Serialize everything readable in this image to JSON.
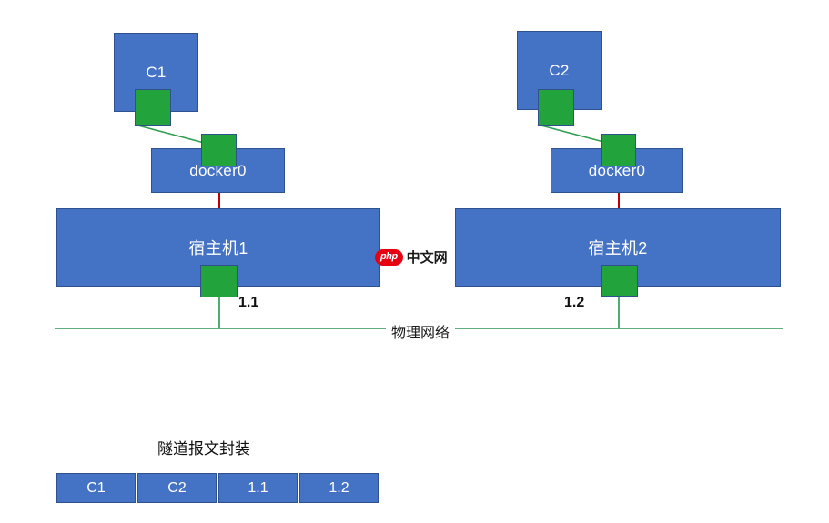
{
  "diagram": {
    "title_hidden": "",
    "colors": {
      "box_fill": "#4472c4",
      "box_border": "#2f528f",
      "interface_fill": "#22a33c",
      "tunnel_line": "#c00000",
      "veth_line": "#2e9e4f",
      "network_line": "#5fae7e",
      "text_on_box": "#ffffff"
    },
    "left_group": {
      "container_label": "C1",
      "bridge_label": "docker0",
      "host_label": "宿主机1",
      "ip_label": "1.1"
    },
    "right_group": {
      "container_label": "C2",
      "bridge_label": "docker0",
      "host_label": "宿主机2",
      "ip_label": "1.2"
    },
    "network": {
      "label": "物理网络"
    },
    "watermark": {
      "badge": "php",
      "text": "中文网"
    },
    "encapsulation": {
      "title": "隧道报文封装",
      "cells": [
        "C1",
        "C2",
        "1.1",
        "1.2"
      ]
    }
  }
}
